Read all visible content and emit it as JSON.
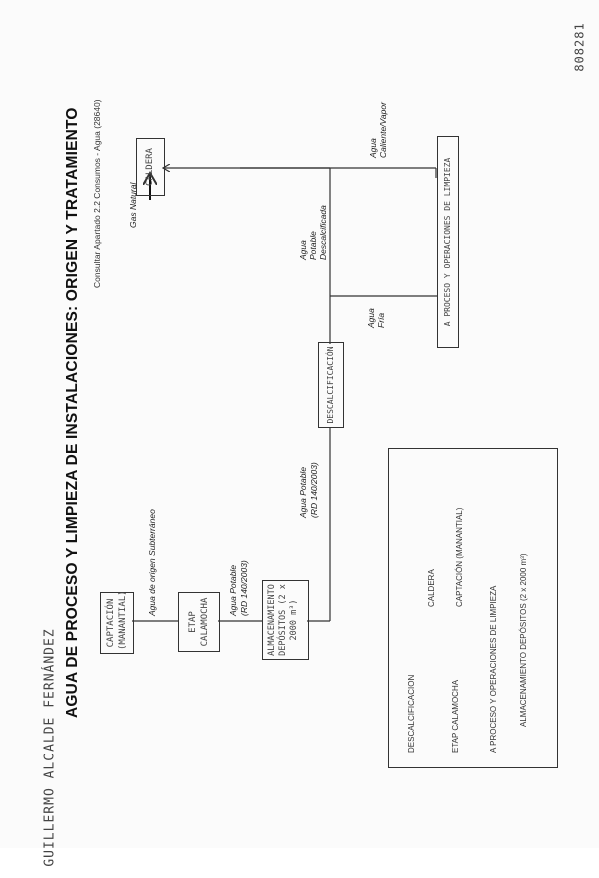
{
  "header": {
    "author": "GUILLERMO ALCALDE FERNÁNDEZ",
    "page_number": "808281",
    "title": "AGUA DE PROCESO Y LIMPIEZA DE INSTALACIONES: ORIGEN Y TRATAMIENTO",
    "note": "Consultar Apartado 2.2 Consumos - Agua (28640)"
  },
  "diagram": {
    "nodes": {
      "captacion": "CAPTACIÓN (MANANTIAL)",
      "etap": "ETAP CALAMOCHA",
      "almacenamiento": "ALMACENAMIENTO DEPÓSITOS (2 x 2000 m³)",
      "descalcificacion": "DESCALCIFICACIÓN",
      "caldera": "CALDERA",
      "proceso": "A PROCESO Y OPERACIONES DE LIMPIEZA"
    },
    "edges": {
      "captacion_etap": "Agua de origen Subterráneo",
      "etap_almac_1": "Agua Potable",
      "etap_almac_2": "(RD 140/2003)",
      "almac_descal_1": "Agua Potable",
      "almac_descal_2": "(RD 140/2003)",
      "descal_caldera_1": "Agua",
      "descal_caldera_2": "Potable",
      "descal_caldera_3": "Descalcificada",
      "gas": "Gas Natural",
      "fria_1": "Agua",
      "fria_2": "Fría",
      "caliente_1": "Agua",
      "caliente_2": "Caliente/Vapor"
    }
  },
  "legend": {
    "items": [
      "DESCALCIFICACION",
      "CALDERA",
      "ETAP CALAMOCHA",
      "CAPTACIÓN (MANANTIAL)",
      "A PROCESO Y OPERACIONES DE LIMPIEZA",
      "ALMACENAMIENTO DEPÓSITOS (2 x 2000 m³)"
    ]
  }
}
